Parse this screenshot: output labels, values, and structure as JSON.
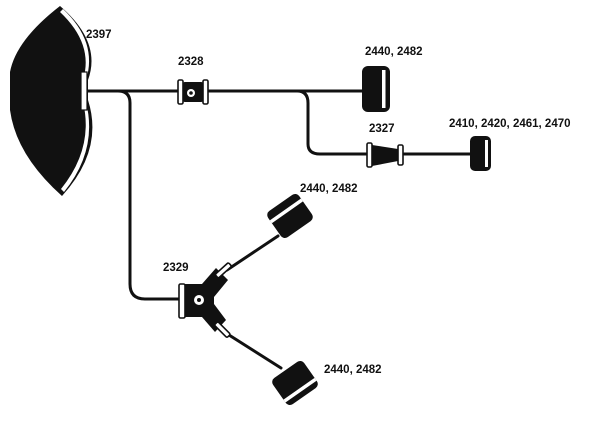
{
  "components": {
    "source": {
      "label": "2397"
    },
    "splitter_top": {
      "label": "2328"
    },
    "splitter_mid": {
      "label": "2327"
    },
    "splitter_bottom": {
      "label": "2329"
    },
    "terminal_top": {
      "label": "2440, 2482"
    },
    "terminal_right": {
      "label": "2410, 2420, 2461, 2470"
    },
    "terminal_upper_left": {
      "label": "2440, 2482"
    },
    "terminal_lower_left": {
      "label": "2440, 2482"
    }
  },
  "colors": {
    "ink": "#111111",
    "paper": "#ffffff"
  }
}
